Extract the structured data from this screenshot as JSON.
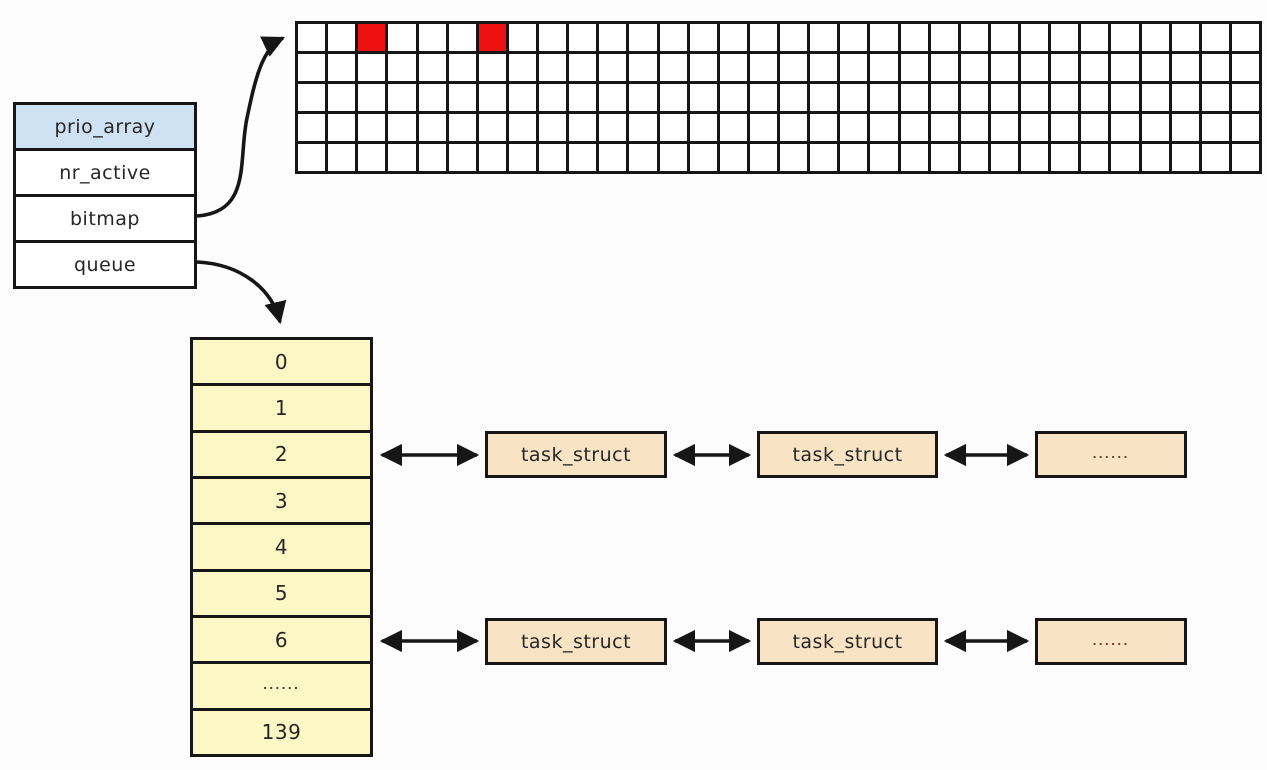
{
  "colors": {
    "background": "#fdfdfd",
    "line": "#161616",
    "header_fill": "#cfe2f4",
    "field_fill": "#ffffff",
    "cell_fill": "#ffffff",
    "active_fill": "#ee1111",
    "queue_fill": "#fcf8c5",
    "task_fill": "#f8e3c5"
  },
  "struct_box": {
    "title": "prio_array",
    "fields": [
      "nr_active",
      "bitmap",
      "queue"
    ]
  },
  "bitmap_grid": {
    "rows": 5,
    "cols": 32,
    "active_cells": [
      [
        0,
        2
      ],
      [
        0,
        6
      ]
    ]
  },
  "queue_array": {
    "cells": [
      "0",
      "1",
      "2",
      "3",
      "4",
      "5",
      "6",
      "......",
      "139"
    ],
    "linked_cells": [
      2,
      6
    ]
  },
  "task_lists": [
    {
      "queue_index": "2",
      "nodes": [
        "task_struct",
        "task_struct",
        "......"
      ]
    },
    {
      "queue_index": "6",
      "nodes": [
        "task_struct",
        "task_struct",
        "......"
      ]
    }
  ]
}
